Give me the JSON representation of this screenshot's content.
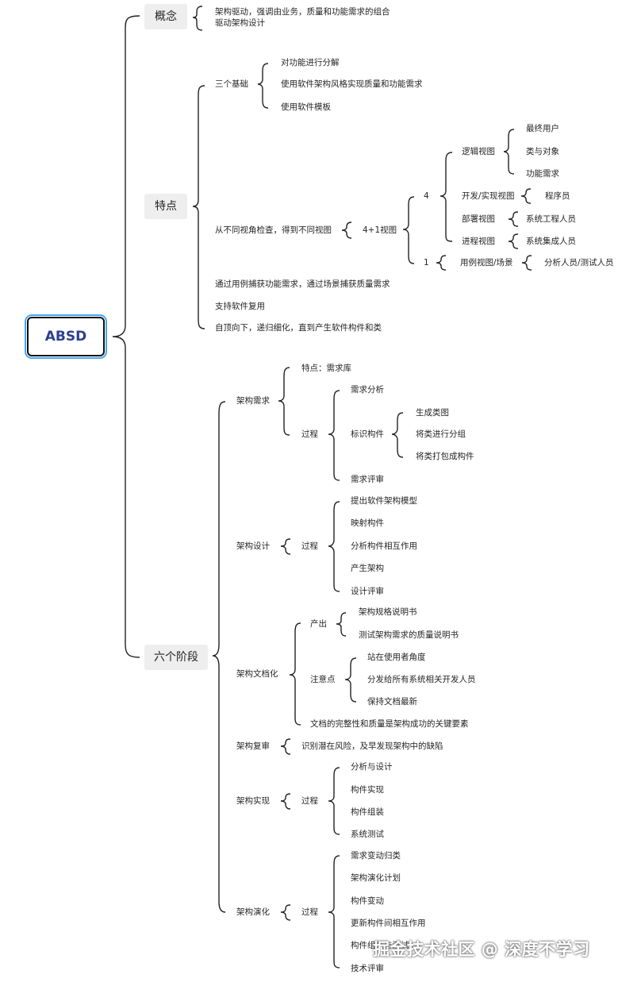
{
  "root": {
    "label": "ABSD"
  },
  "categories": {
    "concept": "概念",
    "features": "特点",
    "stages": "六个阶段"
  },
  "concept": {
    "line1": "架构驱动，强调由业务，质量和功能需求的组合",
    "line2": "驱动架构设计"
  },
  "features": {
    "three_basics": {
      "label": "三个基础",
      "items": [
        "对功能进行分解",
        "使用软件架构风格实现质量和功能需求",
        "使用软件模板"
      ]
    },
    "views": {
      "label": "从不同视角检查，得到不同视图",
      "model": "4+1视图",
      "four": "4",
      "one": "1",
      "logical": {
        "label": "逻辑视图",
        "items": [
          "最终用户",
          "类与对象",
          "功能需求"
        ]
      },
      "dev": {
        "label": "开发/实现视图",
        "item": "程序员"
      },
      "deploy": {
        "label": "部署视图",
        "item": "系统工程人员"
      },
      "process": {
        "label": "进程视图",
        "item": "系统集成人员"
      },
      "usecase": {
        "label": "用例视图/场景",
        "item": "分析人员/测试人员"
      }
    },
    "usecase_capture": "通过用例捕获功能需求，通过场景捕获质量需求",
    "reuse": "支持软件复用",
    "topdown": "自顶向下，递归细化，直到产生软件构件和类"
  },
  "stages": {
    "req": {
      "label": "架构需求",
      "feature": "特点：需求库",
      "process": "过程",
      "analysis": "需求分析",
      "identify": "标识构件",
      "identify_items": [
        "生成类图",
        "将类进行分组",
        "将类打包成构件"
      ],
      "review": "需求评审"
    },
    "design": {
      "label": "架构设计",
      "process": "过程",
      "items": [
        "提出软件架构模型",
        "映射构件",
        "分析构件相互作用",
        "产生架构",
        "设计评审"
      ]
    },
    "doc": {
      "label": "架构文档化",
      "output": "产出",
      "output_items": [
        "架构规格说明书",
        "测试架构需求的质量说明书"
      ],
      "notes": "注意点",
      "notes_items": [
        "站在使用者角度",
        "分发给所有系统相关开发人员",
        "保持文档最新"
      ],
      "key": "文档的完整性和质量是架构成功的关键要素"
    },
    "review": {
      "label": "架构复审",
      "item": "识别潜在风险，及早发现架构中的缺陷"
    },
    "impl": {
      "label": "架构实现",
      "process": "过程",
      "items": [
        "分析与设计",
        "构件实现",
        "构件组装",
        "系统测试"
      ]
    },
    "evo": {
      "label": "架构演化",
      "process": "过程",
      "items": [
        "需求变动归类",
        "架构演化计划",
        "构件变动",
        "更新构件间相互作用",
        "构件组装与测试",
        "技术评审"
      ]
    }
  },
  "watermark": "掘金技术社区 @ 深度不学习"
}
